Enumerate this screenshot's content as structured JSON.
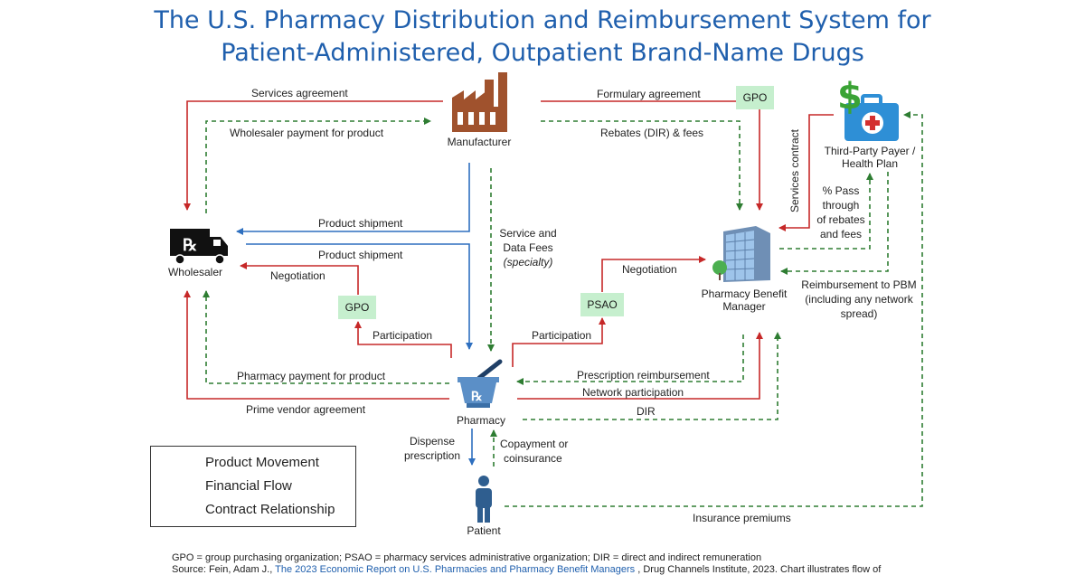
{
  "title": {
    "line1": "The U.S. Pharmacy Distribution and Reimbursement System for",
    "line2": "Patient-Administered, Outpatient Brand-Name Drugs"
  },
  "nodes": {
    "manufacturer": "Manufacturer",
    "wholesaler": "Wholesaler",
    "pharmacy": "Pharmacy",
    "pbm_line1": "Pharmacy Benefit",
    "pbm_line2": "Manager",
    "payer_line1": "Third-Party Payer /",
    "payer_line2": "Health Plan",
    "patient": "Patient"
  },
  "boxes": {
    "gpo_top": "GPO",
    "gpo_mid": "GPO",
    "psao": "PSAO"
  },
  "edges": {
    "services_agreement": "Services agreement",
    "wholesaler_payment": "Wholesaler payment for product",
    "formulary_agreement": "Formulary agreement",
    "rebates": "Rebates (DIR) & fees",
    "services_contract": "Services contract",
    "pass_through_1": "% Pass",
    "pass_through_2": "through",
    "pass_through_3": "of rebates",
    "pass_through_4": "and fees",
    "product_shipment_1": "Product shipment",
    "product_shipment_2": "Product shipment",
    "negotiation_left": "Negotiation",
    "service_fees_1": "Service and",
    "service_fees_2": "Data Fees",
    "service_fees_3": "(specialty)",
    "negotiation_right": "Negotiation",
    "reimb_pbm_1": "Reimbursement to PBM",
    "reimb_pbm_2": "(including any network",
    "reimb_pbm_3": "spread)",
    "participation_left": "Participation",
    "participation_right": "Participation",
    "pharmacy_payment": "Pharmacy payment for product",
    "prescription_reimbursement": "Prescription reimbursement",
    "network_participation": "Network participation",
    "prime_vendor": "Prime vendor agreement",
    "dir": "DIR",
    "dispense_1": "Dispense",
    "dispense_2": "prescription",
    "copay_1": "Copayment or",
    "copay_2": "coinsurance",
    "insurance_premiums": "Insurance premiums"
  },
  "legend": {
    "product": "Product Movement",
    "financial": "Financial Flow",
    "contract": "Contract Relationship"
  },
  "colors": {
    "product": "#2e6fbf",
    "financial": "#2e7d32",
    "contract": "#c62828",
    "title": "#1f5fad",
    "box_fill": "#c6efce",
    "manufacturer": "#a0522d"
  },
  "footer": {
    "definitions": "GPO = group purchasing organization; PSAO = pharmacy services administrative organization; DIR = direct and indirect remuneration",
    "source_prefix": "Source: Fein, Adam J.,",
    "source_link": "The 2023 Economic Report on U.S. Pharmacies and Pharmacy Benefit Managers",
    "source_suffix": ", Drug Channels Institute, 2023. Chart illustrates flow of"
  }
}
